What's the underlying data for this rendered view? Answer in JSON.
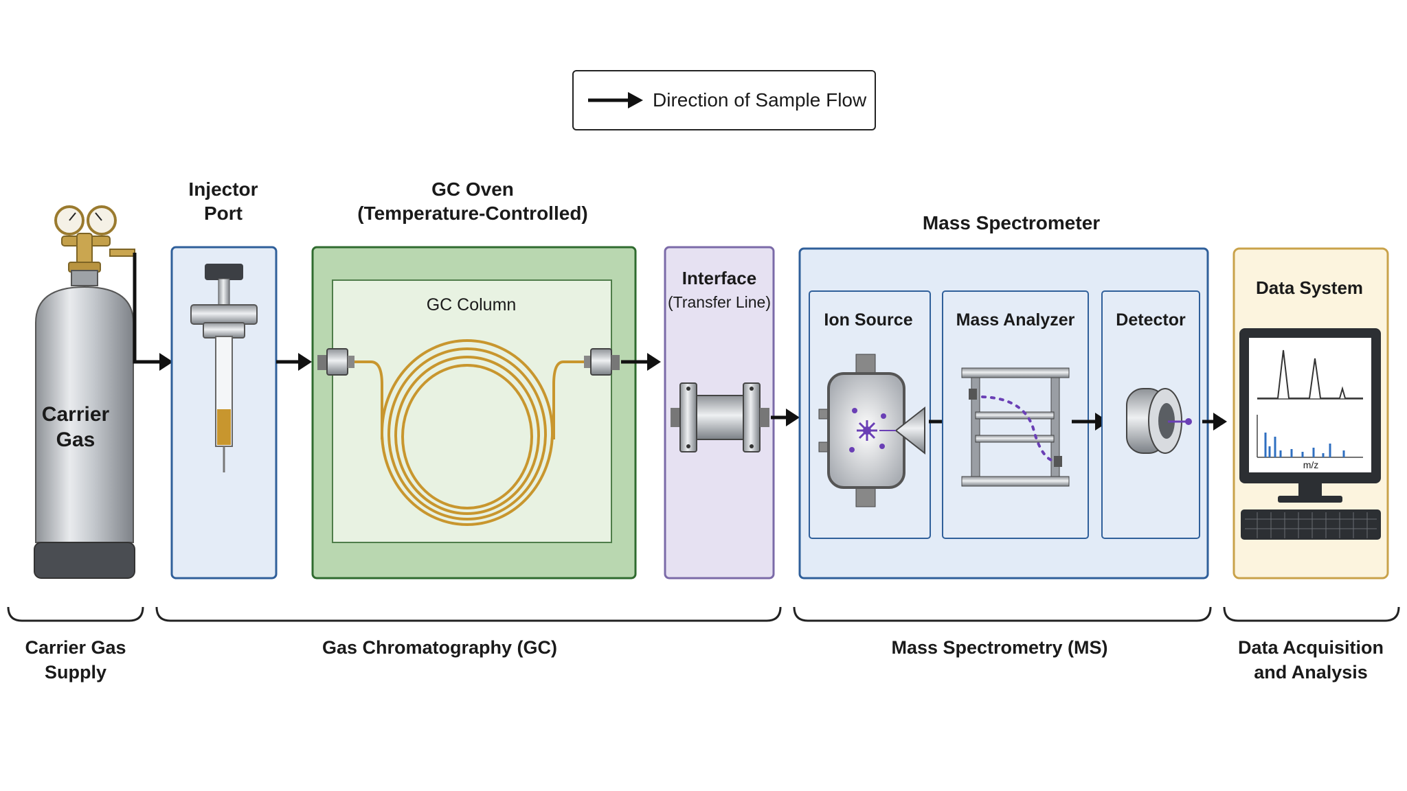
{
  "legend": {
    "label": "Direction of Sample Flow"
  },
  "cylinder": {
    "label_line1": "Carrier",
    "label_line2": "Gas"
  },
  "injector": {
    "title_line1": "Injector",
    "title_line2": "Port"
  },
  "oven": {
    "title_line1": "GC Oven",
    "title_line2": "(Temperature-Controlled)",
    "column_label": "GC Column"
  },
  "interface": {
    "title_line1": "Interface",
    "title_line2": "(Transfer Line)"
  },
  "ms": {
    "title": "Mass Spectrometer",
    "ion_source": "Ion Source",
    "mass_analyzer": "Mass Analyzer",
    "detector": "Detector"
  },
  "data_system": {
    "title": "Data System",
    "axis_label": "m/z"
  },
  "sections": {
    "supply_line1": "Carrier Gas",
    "supply_line2": "Supply",
    "gc": "Gas Chromatography (GC)",
    "ms": "Mass Spectrometry (MS)",
    "daq_line1": "Data Acquisition",
    "daq_line2": "and Analysis"
  },
  "colors": {
    "injector_fill": "#e4ecf7",
    "injector_stroke": "#2f5f9a",
    "oven_fill": "#b9d7b0",
    "oven_stroke": "#2f6b2f",
    "oven_inner": "#e8f2e2",
    "interface_fill": "#e6e1f2",
    "interface_stroke": "#7b6aa8",
    "ms_fill": "#e2ebf7",
    "ms_stroke": "#2f5f9a",
    "data_fill": "#fcf4de",
    "data_stroke": "#c9a24a",
    "coil": "#c8962e",
    "ion": "#6a3fb5"
  }
}
